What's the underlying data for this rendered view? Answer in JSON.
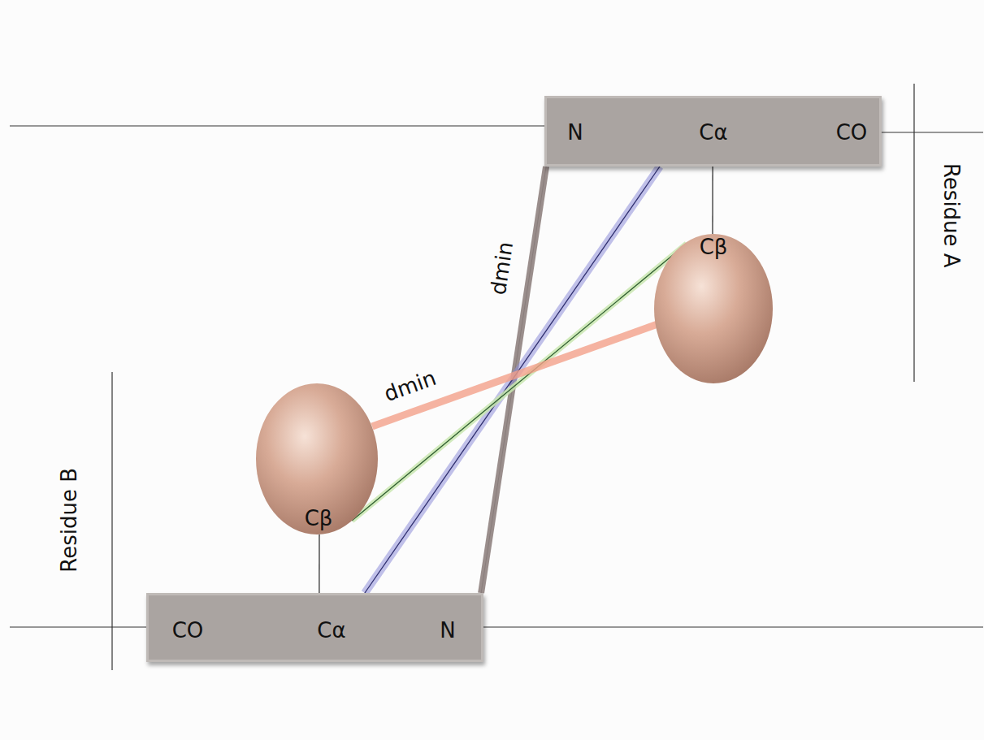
{
  "diagram": {
    "nodes": [
      {
        "text": [
          "N",
          "Cα",
          "CO"
        ]
      },
      {
        "text": [
          "Cβ"
        ]
      },
      {
        "text": [
          "Cβ"
        ]
      },
      {
        "text": [
          "CO",
          "Cα",
          "N"
        ]
      }
    ],
    "edges": [
      {
        "from": 0,
        "to": 1,
        "arrow": "none"
      },
      {
        "from": 3,
        "to": 2,
        "arrow": "none"
      },
      {
        "from": 0,
        "to": 3,
        "label": "dmin",
        "arrow": "none"
      },
      {
        "from": 0,
        "to": 3,
        "arrow": "none"
      },
      {
        "from": 1,
        "to": 2,
        "arrow": "none"
      },
      {
        "from": 1,
        "to": 2,
        "label": "dmin",
        "arrow": "none"
      }
    ],
    "labels": [
      "Residue A",
      "Residue B"
    ]
  }
}
